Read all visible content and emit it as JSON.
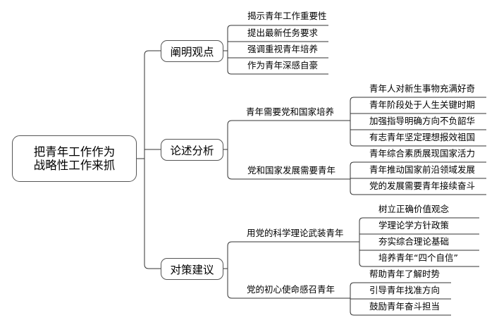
{
  "root": {
    "text": "把青年工作作为\n战略性工作来抓"
  },
  "branches": [
    {
      "label": "阐明观点",
      "leaves": [
        "揭示青年工作重要性",
        "提出最新任务要求",
        "强调重视青年培养",
        "作为青年深感自豪"
      ]
    },
    {
      "label": "论述分析",
      "subs": [
        {
          "label": "青年需要党和国家培养",
          "leaves": [
            "青年人对新生事物充满好奇",
            "青年阶段处于人生关键时期",
            "加强指导明确方向不负韶华",
            "有志青年坚定理想报效祖国"
          ]
        },
        {
          "label": "党和国家发展需要青年",
          "leaves": [
            "青年综合素质展现国家活力",
            "青年推动国家前沿领域发展",
            "党的发展需要青年接续奋斗"
          ]
        }
      ]
    },
    {
      "label": "对策建议",
      "subs": [
        {
          "label": "用党的科学理论武装青年",
          "leaves": [
            "树立正确价值观念",
            "学理论学方针政策",
            "夯实综合理论基础",
            "培养青年“四个自信”"
          ]
        },
        {
          "label": "党的初心使命感召青年",
          "leaves": [
            "帮助青年了解时势",
            "引导青年找准方向",
            "鼓励青年奋斗担当"
          ]
        }
      ]
    }
  ]
}
